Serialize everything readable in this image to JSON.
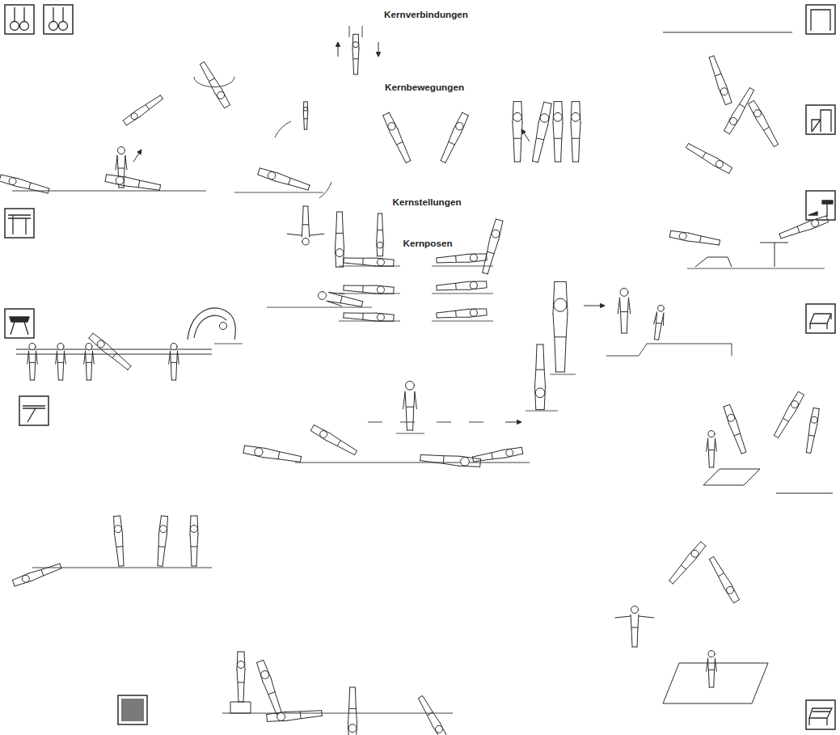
{
  "diagram": {
    "nodes": [
      {
        "text": [
          "Kernverbindungen"
        ]
      },
      {
        "text": [
          "Kernbewegungen"
        ],
        "in": 0
      },
      {
        "text": [
          "Kernstellungen"
        ],
        "in": 1
      },
      {
        "text": [
          "Kernposen"
        ],
        "in": 2
      }
    ]
  }
}
